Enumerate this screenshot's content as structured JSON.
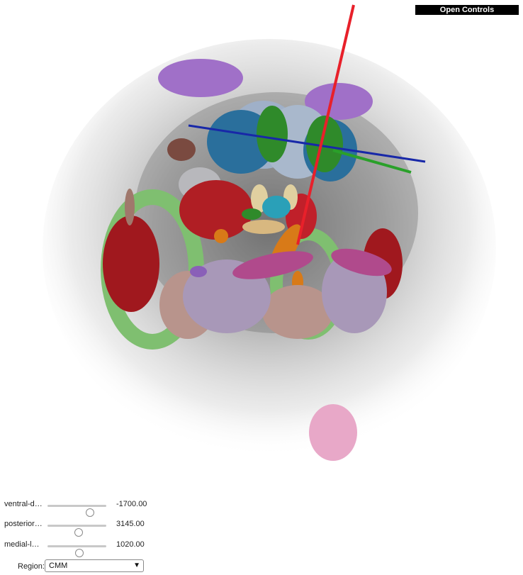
{
  "controls": {
    "open_label": "Open Controls",
    "sliders": [
      {
        "label": "ventral-dor...",
        "value": "-1700.00",
        "fraction": 0.72
      },
      {
        "label": "posterior-a...",
        "value": "3145.00",
        "fraction": 0.53
      },
      {
        "label": "medial-lat...",
        "value": "1020.00",
        "fraction": 0.55
      }
    ],
    "region_label": "Region:",
    "region_value": "CMM"
  },
  "scene": {
    "description_icon": "3d-brain-region-viewer",
    "axis_colors": {
      "x": "#2030b0",
      "y": "#e8202a",
      "z": "#2aa02a"
    }
  }
}
